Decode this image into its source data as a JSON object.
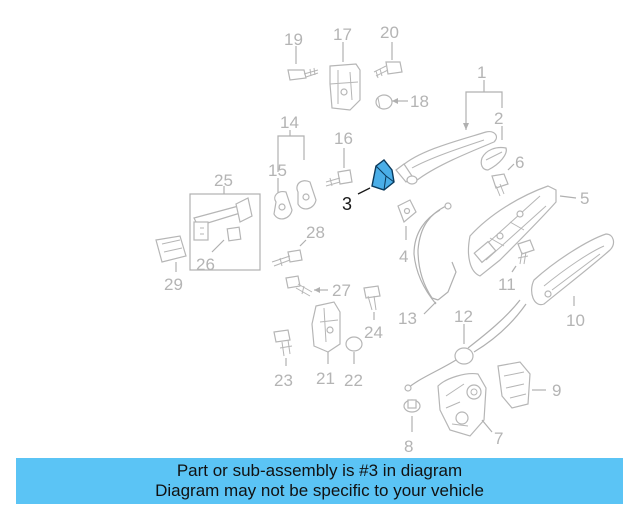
{
  "diagram": {
    "labels": {
      "n1": "1",
      "n2": "2",
      "n3": "3",
      "n4": "4",
      "n5": "5",
      "n6": "6",
      "n7": "7",
      "n8": "8",
      "n9": "9",
      "n10": "10",
      "n11": "11",
      "n12": "12",
      "n13": "13",
      "n14": "14",
      "n15": "15",
      "n16": "16",
      "n17": "17",
      "n18": "18",
      "n19": "19",
      "n20": "20",
      "n21": "21",
      "n22": "22",
      "n23": "23",
      "n24": "24",
      "n25": "25",
      "n26": "26",
      "n27": "27",
      "n28": "28",
      "n29": "29"
    },
    "highlight_color": "#4aaee8",
    "part_color": "#b6b6b6"
  },
  "caption": {
    "line1": "Part or sub-assembly is #3 in diagram",
    "line2": "Diagram may not be specific to your vehicle",
    "background": "#5bc4f5"
  }
}
